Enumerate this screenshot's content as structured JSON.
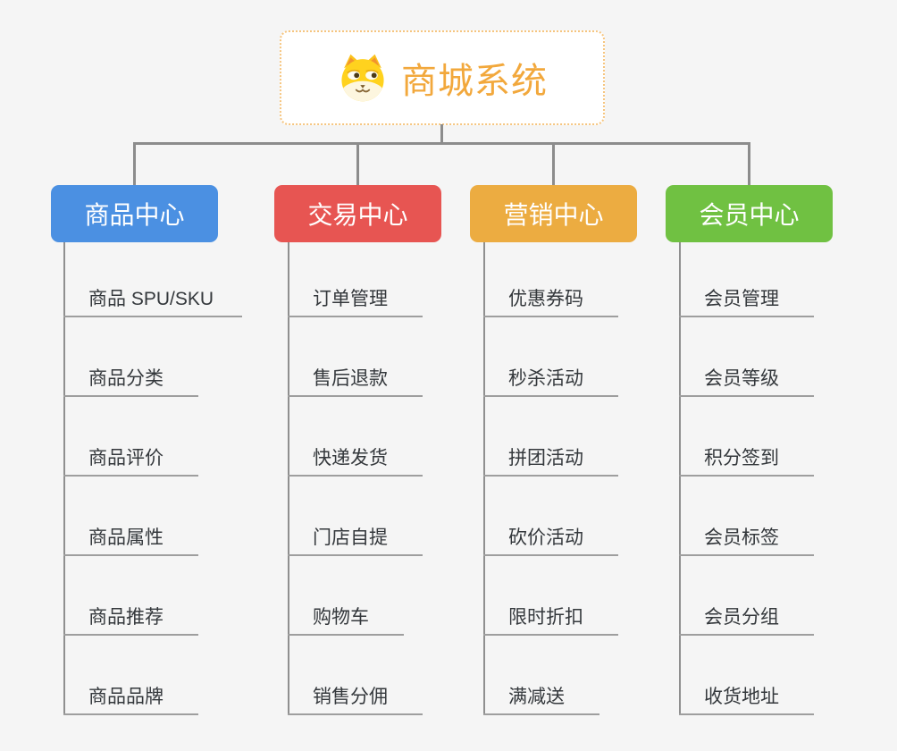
{
  "canvas": {
    "background_color": "#f5f5f5",
    "connector_color": "#8c8c8c",
    "underline_color": "#9e9e9e",
    "item_text_color": "#34383c"
  },
  "root": {
    "title": "商城系统",
    "icon": "dog-face-icon",
    "text_color": "#f2a83c",
    "border_color": "#f6c57f",
    "background_color": "#ffffff"
  },
  "branches": [
    {
      "label": "商品中心",
      "color": "#4b90e2",
      "items": [
        "商品 SPU/SKU",
        "商品分类",
        "商品评价",
        "商品属性",
        "商品推荐",
        "商品品牌"
      ]
    },
    {
      "label": "交易中心",
      "color": "#e75552",
      "items": [
        "订单管理",
        "售后退款",
        "快递发货",
        "门店自提",
        "购物车",
        "销售分佣"
      ]
    },
    {
      "label": "营销中心",
      "color": "#ecac41",
      "items": [
        "优惠券码",
        "秒杀活动",
        "拼团活动",
        "砍价活动",
        "限时折扣",
        "满减送"
      ]
    },
    {
      "label": "会员中心",
      "color": "#70c142",
      "items": [
        "会员管理",
        "会员等级",
        "积分签到",
        "会员标签",
        "会员分组",
        "收货地址"
      ]
    }
  ]
}
